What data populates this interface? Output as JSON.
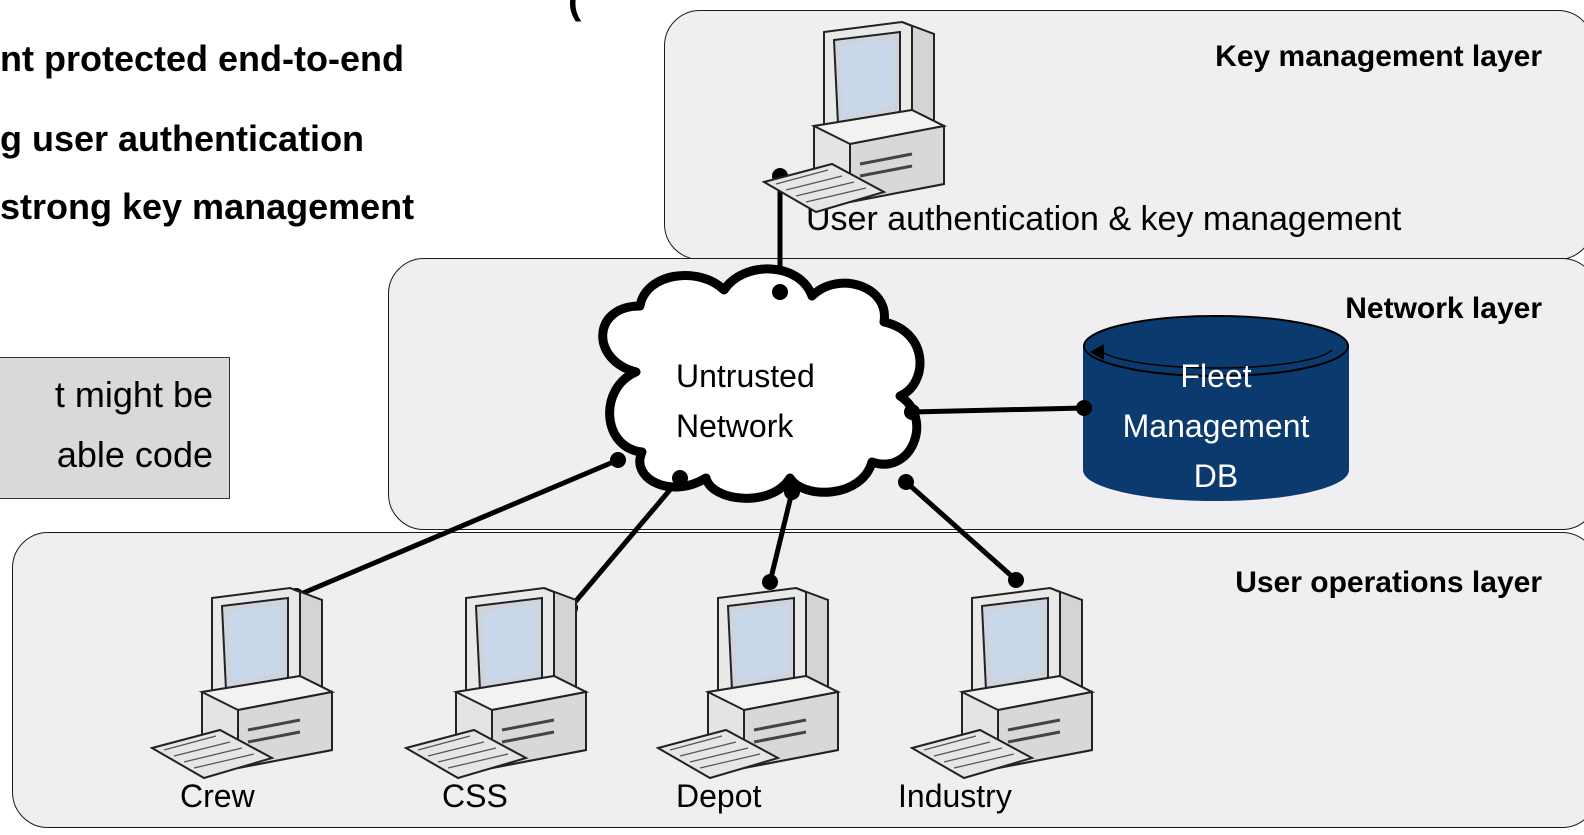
{
  "bullets": [
    "nt protected end-to-end",
    "g user authentication",
    "strong key management"
  ],
  "note": {
    "line1": "t might be",
    "line2": "able code"
  },
  "layers": {
    "key_management": "Key management layer",
    "network": "Network layer",
    "user_operations": "User operations layer"
  },
  "key_server_label": "User authentication & key management",
  "cloud_label": [
    "Untrusted",
    "Network"
  ],
  "database": {
    "label": [
      "Fleet",
      "Management",
      "DB"
    ],
    "color": "#0b3a6e"
  },
  "clients": [
    "Crew",
    "CSS",
    "Depot",
    "Industry"
  ],
  "icons": {
    "computer": "desktop-computer-icon",
    "cloud": "cloud-icon",
    "database": "database-cylinder-icon"
  }
}
